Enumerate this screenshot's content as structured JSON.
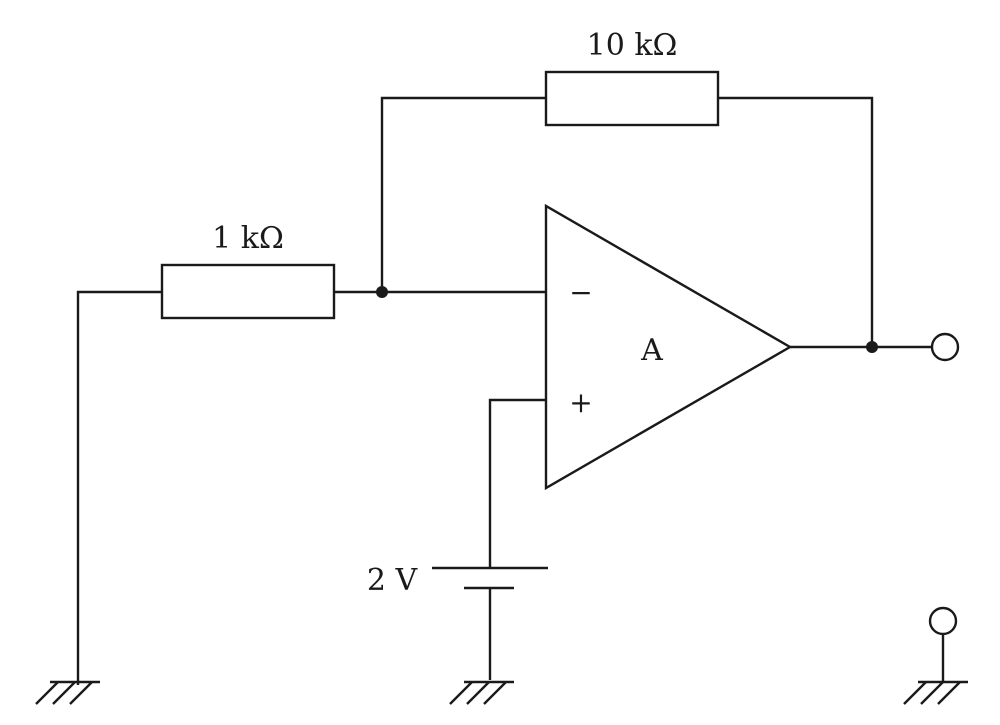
{
  "labels": {
    "feedback_resistor": "10 kΩ",
    "input_resistor": "1 kΩ",
    "opamp": "A",
    "inverting_input": "−",
    "non_inverting_input": "+",
    "battery": "2 V"
  }
}
